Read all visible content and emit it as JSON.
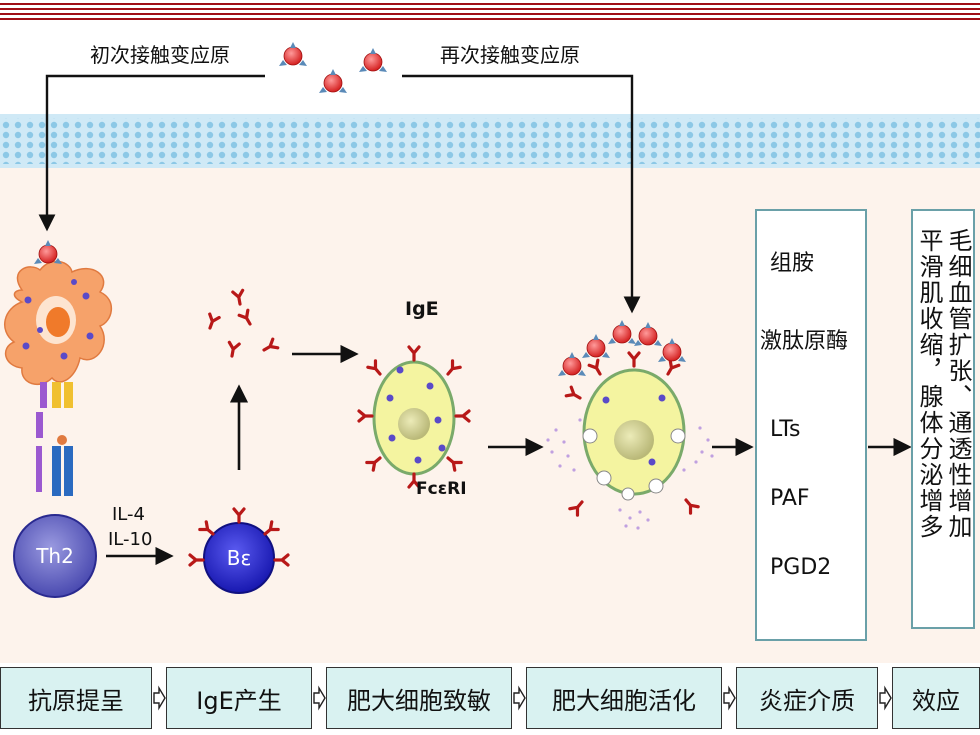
{
  "allergen_labels": {
    "first_contact": "初次接触变应原",
    "second_contact": "再次接触变应原"
  },
  "cells": {
    "th2": "Th2",
    "b_epsilon": "Bε",
    "cytokine_1": "IL-4",
    "cytokine_2": "IL-10",
    "ige": "IgE",
    "receptor": "FcεRⅠ"
  },
  "mediators": [
    "组胺",
    "激肽原酶",
    "LTs",
    "PAF",
    "PGD2"
  ],
  "effects_columns": [
    "平滑肌收缩，腺体分泌增多",
    "毛细血管扩张、通透性增加"
  ],
  "stages": [
    "抗原提呈",
    "IgE产生",
    "肥大细胞致敏",
    "肥大细胞活化",
    "炎症介质",
    "效应"
  ],
  "colors": {
    "top_bar": "#a01018",
    "panel_bg": "#fdf3ec",
    "membrane": "#9fd4ec",
    "stage_bg": "#d9f2f1",
    "mast_cell": "#f4f4a0",
    "b_cell": "#2b2bd0",
    "antibody": "#b81818",
    "allergen": "#e03030"
  }
}
